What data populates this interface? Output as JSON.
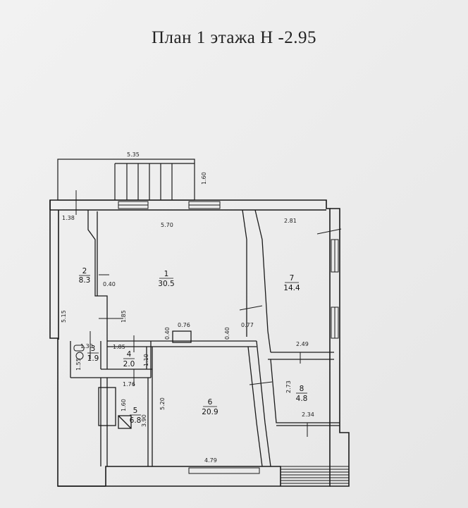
{
  "title": "План 1 этажа  Н -2.95",
  "rooms": [
    {
      "number": "1",
      "area": "30.5"
    },
    {
      "number": "2",
      "area": "8.3"
    },
    {
      "number": "3",
      "area": "1.9"
    },
    {
      "number": "4",
      "area": "2.0"
    },
    {
      "number": "5",
      "area": "6.8"
    },
    {
      "number": "6",
      "area": "20.9"
    },
    {
      "number": "7",
      "area": "14.4"
    },
    {
      "number": "8",
      "area": "4.8"
    }
  ],
  "dimensions": {
    "porch_width": "5.35",
    "porch_depth": "1.60",
    "room1_width": "5.70",
    "room7_width": "2.81",
    "room2_top": "1.38",
    "room2_side": "5.15",
    "wall_040_a": "0.40",
    "room1_side": "1.85",
    "wall_040_b": "0.40",
    "opening_076": "0.76",
    "wall_040_c": "0.40",
    "opening_077": "0.77",
    "room3_width": "1.30",
    "room4_width": "1.85",
    "room3_side": "1.55",
    "room4_side": "1.10",
    "room8_width": "2.49",
    "room8_side": "2.73",
    "room8_bottom": "2.34",
    "room5_width": "1.76",
    "room5_side": "1.60",
    "room5_depth": "3.90",
    "room6_side": "5.20",
    "room6_width": "4.79"
  }
}
